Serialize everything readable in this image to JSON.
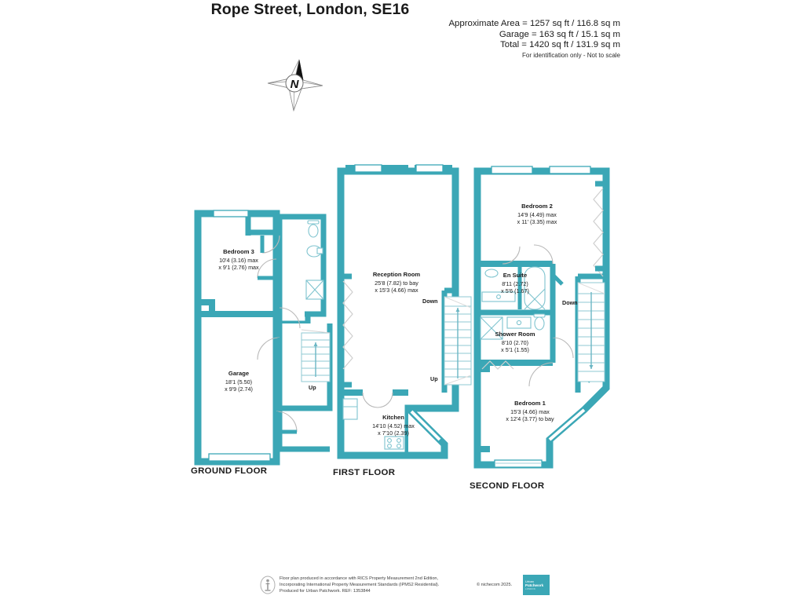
{
  "header": {
    "title": "Rope Street, London, SE16",
    "approx_area": "Approximate Area = 1257 sq ft / 116.8 sq m",
    "garage_area": "Garage = 163 sq ft / 15.1 sq m",
    "total_area": "Total = 1420 sq ft / 131.9 sq m",
    "disclaimer": "For identification only - Not to scale"
  },
  "compass": {
    "north_letter": "N",
    "icon": "compass-rose-icon"
  },
  "floors": [
    {
      "id": "ground",
      "label": "GROUND FLOOR"
    },
    {
      "id": "first",
      "label": "FIRST FLOOR"
    },
    {
      "id": "second",
      "label": "SECOND FLOOR"
    }
  ],
  "rooms": [
    {
      "id": "bedroom3",
      "floor": "ground",
      "name": "Bedroom 3",
      "dim1": "10'4 (3.16) max",
      "dim2": "x 9'1 (2.76) max"
    },
    {
      "id": "garage",
      "floor": "ground",
      "name": "Garage",
      "dim1": "18'1 (5.50)",
      "dim2": "x 9'9 (2.74)"
    },
    {
      "id": "reception",
      "floor": "first",
      "name": "Reception Room",
      "dim1": "25'8 (7.82) to bay",
      "dim2": "x 15'3 (4.66) max"
    },
    {
      "id": "kitchen",
      "floor": "first",
      "name": "Kitchen",
      "dim1": "14'10 (4.52) max",
      "dim2": "x 7'10 (2.39)"
    },
    {
      "id": "bedroom2",
      "floor": "second",
      "name": "Bedroom 2",
      "dim1": "14'9 (4.49) max",
      "dim2": "x 11' (3.35) max"
    },
    {
      "id": "ensuite",
      "floor": "second",
      "name": "En Suite",
      "dim1": "8'11 (2.72)",
      "dim2": "x 5'6 (1.67)"
    },
    {
      "id": "showerroom",
      "floor": "second",
      "name": "Shower Room",
      "dim1": "8'10 (2.70)",
      "dim2": "x 5'1 (1.55)"
    },
    {
      "id": "bedroom1",
      "floor": "second",
      "name": "Bedroom 1",
      "dim1": "15'3 (4.66) max",
      "dim2": "x 12'4 (3.77) to bay"
    }
  ],
  "stairs": [
    {
      "id": "ground-up",
      "label": "Up"
    },
    {
      "id": "first-down",
      "label": "Down"
    },
    {
      "id": "first-up",
      "label": "Up"
    },
    {
      "id": "second-down",
      "label": "Down"
    }
  ],
  "footer": {
    "line1": "Floor plan produced in accordance with RICS Property Measurement 2nd Edition,",
    "line2": "Incorporating International Property Measurement Standards (IPMS2 Residential).",
    "line3": "Produced for Urban Patchwork.    REF:  1353844",
    "copyright": "© nichecom 2025.",
    "logo_line1": "Urban",
    "logo_line2": "Patchwork",
    "logo_line3": "LONDON"
  },
  "colors": {
    "wall": "#3ba7b6",
    "wall_dark": "#2e97a6",
    "fixture_line": "#7fc4cf",
    "text": "#1a1a1a",
    "logo_bg": "#3ba7b6"
  }
}
